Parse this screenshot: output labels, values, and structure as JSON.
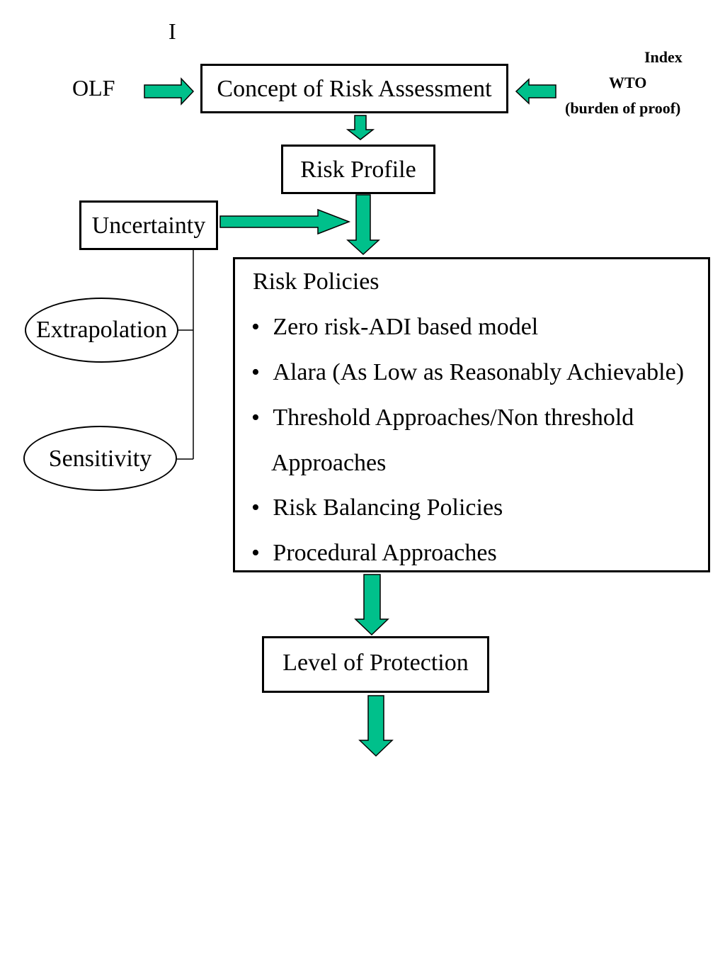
{
  "marker": "I",
  "sources": {
    "left": "OLF",
    "right_lines": [
      "Index",
      "WTO",
      "(burden of proof)"
    ]
  },
  "nodes": {
    "concept": "Concept of Risk Assessment",
    "risk_profile": "Risk Profile",
    "uncertainty": "Uncertainty",
    "extrapolation": "Extrapolation",
    "sensitivity": "Sensitivity",
    "level_of_protection": "Level of Protection"
  },
  "risk_policies": {
    "title": "Risk Policies",
    "bullet": "•",
    "items": [
      "Zero risk-ADI based model",
      "Alara (As Low as Reasonably Achievable)",
      "Threshold Approaches/Non threshold",
      "Risk Balancing Policies",
      "Procedural Approaches"
    ],
    "continuation": "Approaches"
  },
  "colors": {
    "arrow_fill": "#00C08B",
    "arrow_stroke": "#000000",
    "box_border": "#000000"
  }
}
